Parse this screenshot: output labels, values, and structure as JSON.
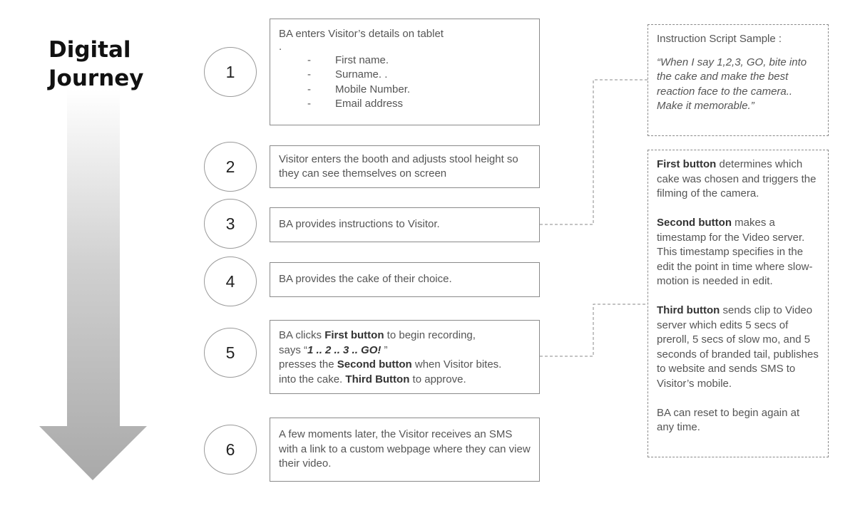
{
  "title": {
    "line1": "Digital",
    "line2": "Journey"
  },
  "steps": [
    {
      "number": "1",
      "intro": "BA enters Visitor’s details on tablet",
      "dot": ".",
      "fields": [
        "First name.",
        "Surname. .",
        "Mobile Number.",
        "Email address"
      ]
    },
    {
      "number": "2",
      "text": "Visitor enters the booth and adjusts stool height so they can see themselves on screen"
    },
    {
      "number": "3",
      "text": "BA provides instructions to Visitor."
    },
    {
      "number": "4",
      "text": "BA provides the cake of their choice."
    },
    {
      "number": "5",
      "parts": {
        "a": "BA clicks ",
        "b_bold": "First button",
        "c": " to begin recording,",
        "d": "says “",
        "e_bolditalic": "1 .. 2 .. 3 .. GO!",
        "f": " ”",
        "g": "presses the ",
        "h_bold": "Second button",
        "i": " when Visitor bites.",
        "j": "into the cake. ",
        "k_bold": "Third Button",
        "l": " to approve."
      }
    },
    {
      "number": "6",
      "text": "A few moments later, the Visitor receives an SMS with a link to a custom webpage where they can view their video."
    }
  ],
  "script_sample": {
    "heading": "Instruction Script Sample :",
    "quote": "“When I say 1,2,3, GO, bite into the cake and make the best reaction face to the camera.. Make it memorable.”"
  },
  "buttons_info": {
    "first_bold": "First button",
    "first_text": " determines which cake was chosen and triggers the filming of the camera.",
    "second_bold": "Second button",
    "second_text": " makes a timestamp for the Video server.",
    "second_extra": "This timestamp specifies in the edit the point in time where slow-motion is needed in edit.",
    "third_bold": "Third button",
    "third_text": " sends clip to Video server which edits 5 secs of preroll, 5 secs of slow mo, and 5 seconds of branded tail, publishes to website and sends SMS to Visitor’s mobile.",
    "reset": "BA can reset to begin again at any time."
  },
  "colors": {
    "arrow_light": "#ffffff",
    "arrow_dark": "#a9a9a9",
    "border": "#8a8a8a",
    "text": "#555555"
  }
}
